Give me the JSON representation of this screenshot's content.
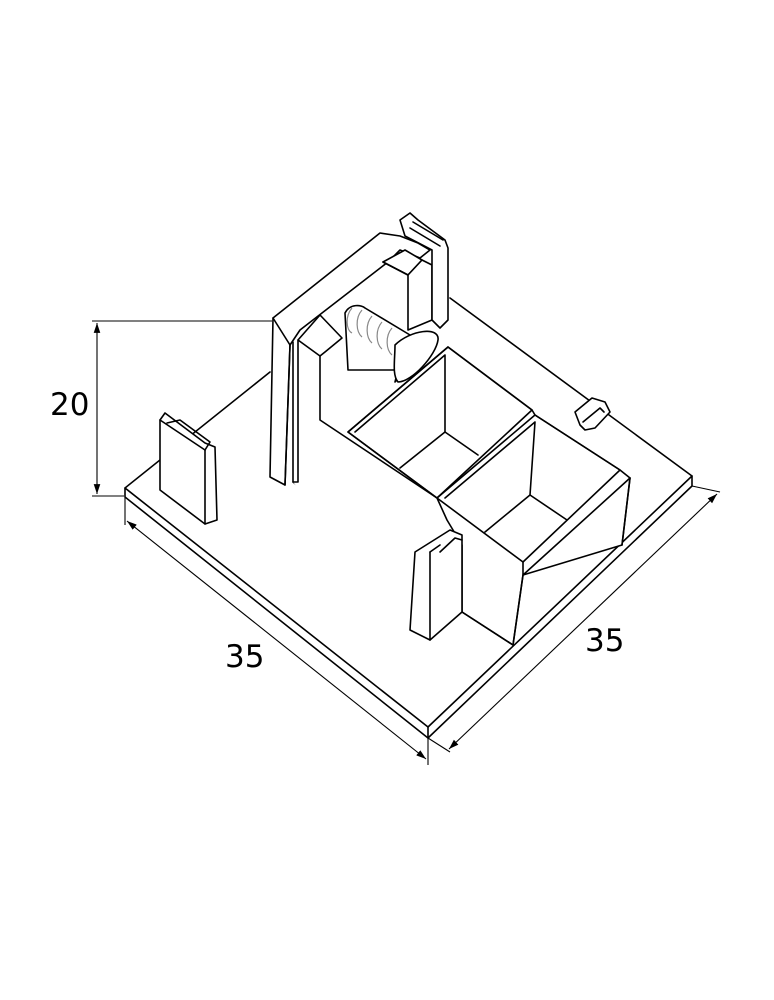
{
  "dimensions": {
    "height": "20",
    "width_left": "35",
    "width_right": "35"
  }
}
